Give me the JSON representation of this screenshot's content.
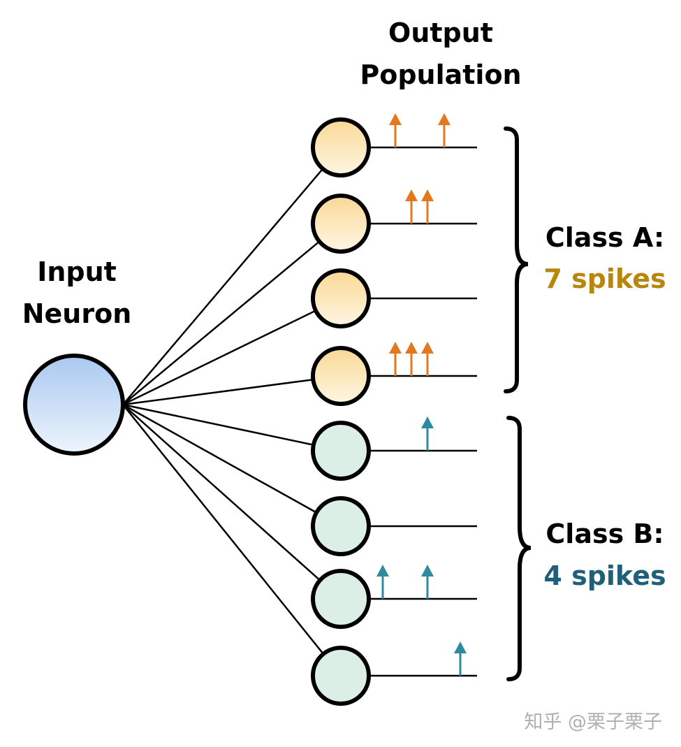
{
  "input_label": {
    "line1": "Input",
    "line2": "Neuron"
  },
  "output_label": {
    "line1": "Output",
    "line2": "Population"
  },
  "class_a": {
    "title": "Class A:",
    "spikes": "7 spikes",
    "color": "#b8860b"
  },
  "class_b": {
    "title": "Class B:",
    "spikes": "4 spikes",
    "color": "#1f5f7a"
  },
  "colors": {
    "input_fill_top": "#a9c8ef",
    "input_fill_bottom": "#eef5fd",
    "class_a_fill_top": "#f9d896",
    "class_a_fill_bottom": "#fff6e2",
    "class_b_fill": "#dcefe6",
    "class_a_spike": "#e4781f",
    "class_b_spike": "#2e8aa0"
  },
  "neurons": [
    {
      "class": "A",
      "spike_count": 2
    },
    {
      "class": "A",
      "spike_count": 2
    },
    {
      "class": "A",
      "spike_count": 0
    },
    {
      "class": "A",
      "spike_count": 3
    },
    {
      "class": "B",
      "spike_count": 1
    },
    {
      "class": "B",
      "spike_count": 0
    },
    {
      "class": "B",
      "spike_count": 2
    },
    {
      "class": "B",
      "spike_count": 1
    }
  ],
  "watermark": "知乎 @栗子栗子"
}
